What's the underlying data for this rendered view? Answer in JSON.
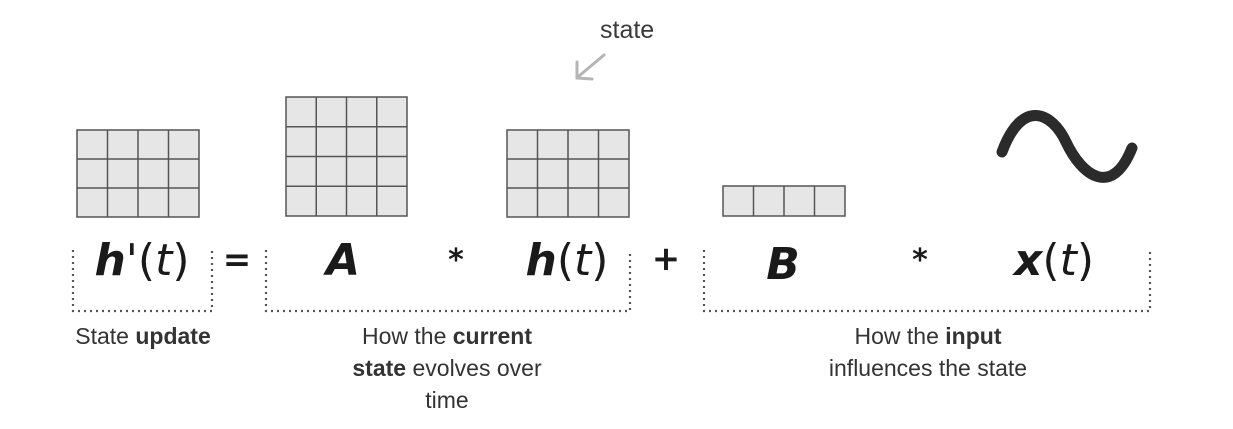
{
  "annotation": {
    "label": "state"
  },
  "equation": {
    "lhs": {
      "symbol": "h",
      "prime": "'",
      "open": "(",
      "arg": "t",
      "close": ")"
    },
    "equals": "=",
    "a": {
      "symbol": "A"
    },
    "times1": "*",
    "h": {
      "symbol": "h",
      "open": "(",
      "arg": "t",
      "close": ")"
    },
    "plus": "+",
    "b": {
      "symbol": "B"
    },
    "times2": "*",
    "x": {
      "symbol": "x",
      "open": "(",
      "arg": "t",
      "close": ")"
    }
  },
  "captions": {
    "update": {
      "pre": "State ",
      "bold": "update"
    },
    "current": {
      "line1_pre": "How the ",
      "line1_bold": "current",
      "line2_bold": "state",
      "line2_post": " evolves over",
      "line3": "time"
    },
    "input": {
      "line1_pre": "How the ",
      "line1_bold": "input",
      "line2": "influences the state"
    }
  },
  "colors": {
    "cell_fill": "#e6e6e6",
    "cell_stroke": "#555555",
    "bracket": "#555555",
    "wave": "#2b2b2b",
    "arrow": "#b5b5b5"
  }
}
